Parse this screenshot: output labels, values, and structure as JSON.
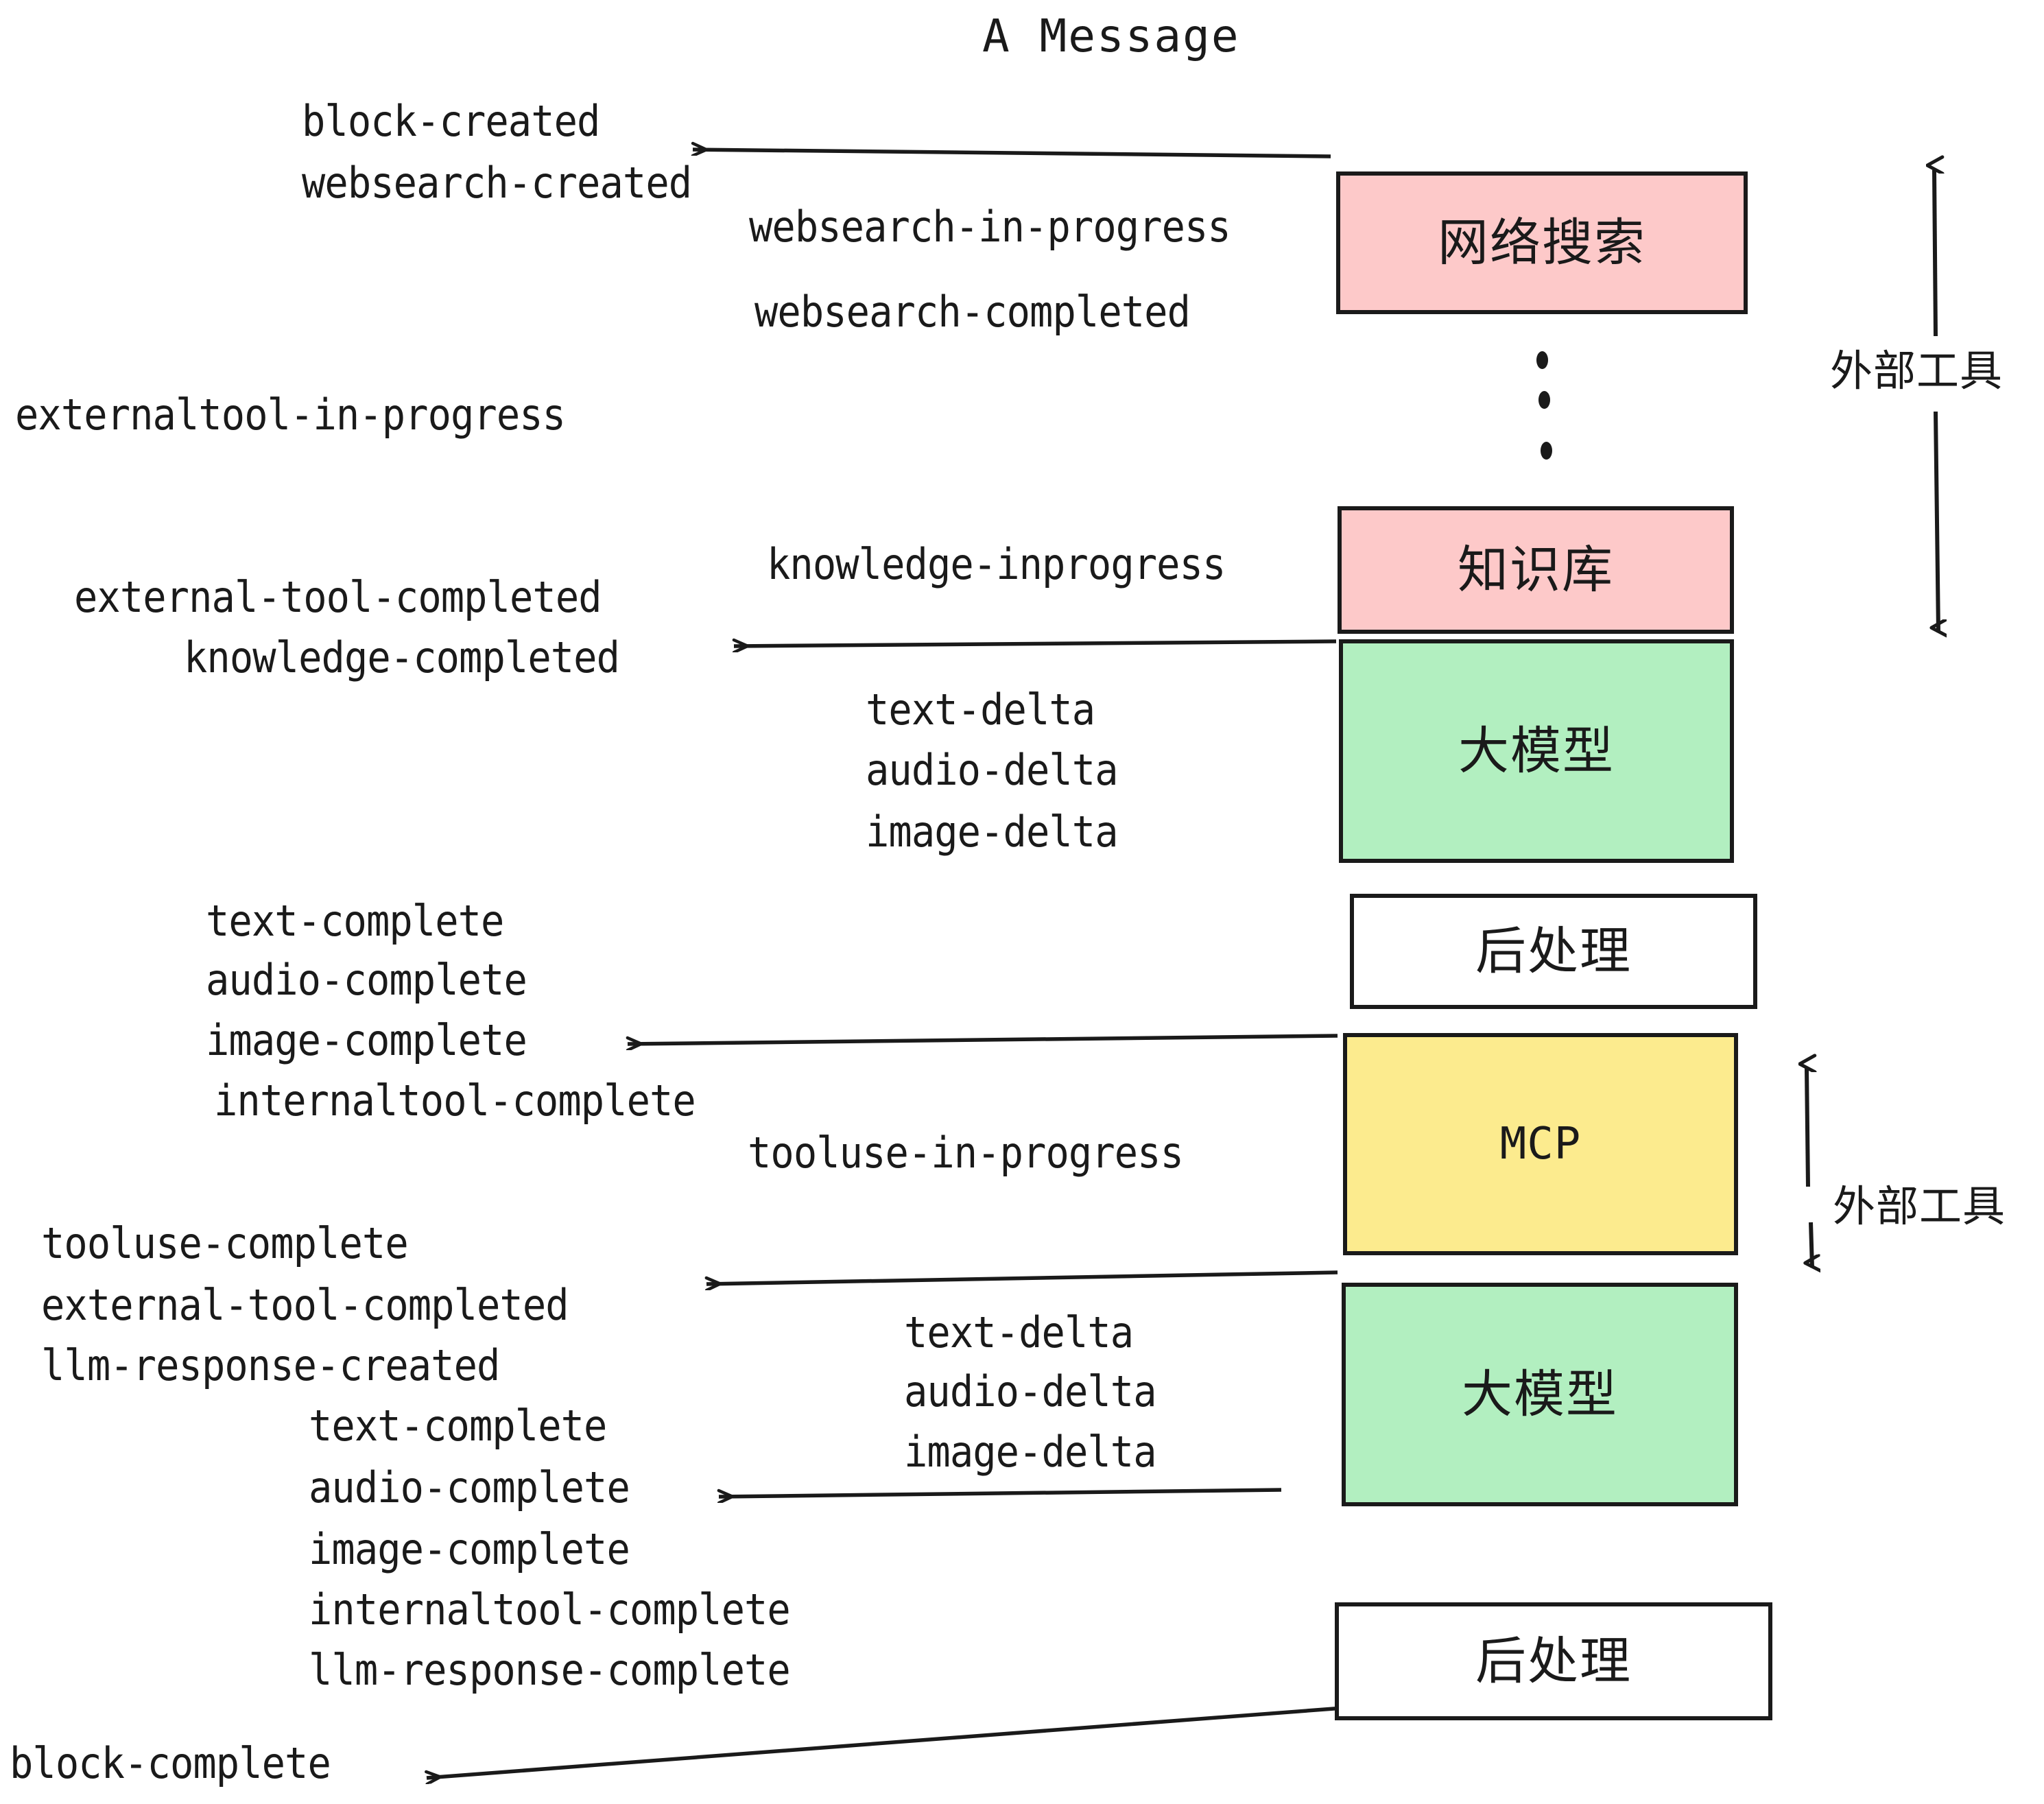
{
  "title": "A Message",
  "events": {
    "block_created": "block-created",
    "websearch_created": "websearch-created",
    "websearch_in_progress": "websearch-in-progress",
    "websearch_completed": "websearch-completed",
    "externaltool_in_progress": "externaltool-in-progress",
    "knowledge_inprogress": "knowledge-inprogress",
    "external_tool_completed_1": "external-tool-completed",
    "knowledge_completed": "knowledge-completed",
    "text_delta_1": "text-delta",
    "audio_delta_1": "audio-delta",
    "image_delta_1": "image-delta",
    "text_complete_1": "text-complete",
    "audio_complete_1": "audio-complete",
    "image_complete_1": "image-complete",
    "internaltool_complete_1": "internaltool-complete",
    "tooluse_in_progress": "tooluse-in-progress",
    "tooluse_complete": "tooluse-complete",
    "external_tool_completed_2": "external-tool-completed",
    "llm_response_created": "llm-response-created",
    "text_delta_2": "text-delta",
    "audio_delta_2": "audio-delta",
    "image_delta_2": "image-delta",
    "text_complete_2": "text-complete",
    "audio_complete_2": "audio-complete",
    "image_complete_2": "image-complete",
    "internaltool_complete_2": "internaltool-complete",
    "llm_response_complete": "llm-response-complete",
    "block_complete": "block-complete"
  },
  "nodes": {
    "websearch": "网络搜索",
    "knowledge": "知识库",
    "llm_1": "大模型",
    "postprocess_1": "后处理",
    "mcp": "MCP",
    "llm_2": "大模型",
    "postprocess_2": "后处理"
  },
  "annotations": {
    "external_tools_top": "外部工具",
    "external_tools_bottom": "外部工具"
  },
  "colors": {
    "pink": "#FDC9C9",
    "green": "#B2EFC0",
    "yellow": "#FCEB8E",
    "white": "#FFFFFF",
    "stroke": "#1a1a1a"
  }
}
